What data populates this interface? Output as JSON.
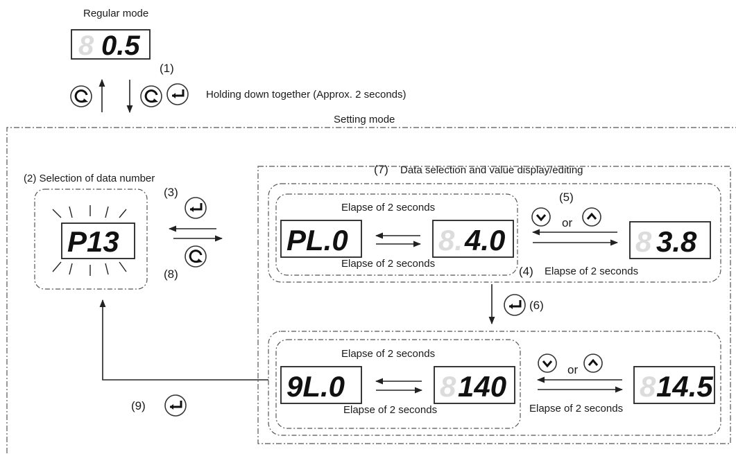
{
  "title": "Regular mode",
  "regular_display": "0.5",
  "step1": {
    "num": "(1)",
    "text": "Holding down together (Approx. 2 seconds)"
  },
  "setting_mode": "Setting mode",
  "step2": "(2) Selection of data number",
  "step7": {
    "num": "(7)",
    "text": "Data selection and value display/editing"
  },
  "data_number_display": "P13",
  "step3": "(3)",
  "step8": "(8)",
  "step5": "(5)",
  "or": "or",
  "elapse": "Elapse of 2 seconds",
  "step4": "(4)",
  "step6": "(6)",
  "step9": "(9)",
  "row1": {
    "param": "PL.0",
    "value": "4.0",
    "edited": "3.8"
  },
  "row2": {
    "param": "9L.0",
    "value": "140",
    "edited": "14.5"
  },
  "icons": {
    "mode_key": "mode-key-icon",
    "enter_key": "enter-key-icon",
    "down_key": "down-key-icon",
    "up_key": "up-key-icon"
  }
}
